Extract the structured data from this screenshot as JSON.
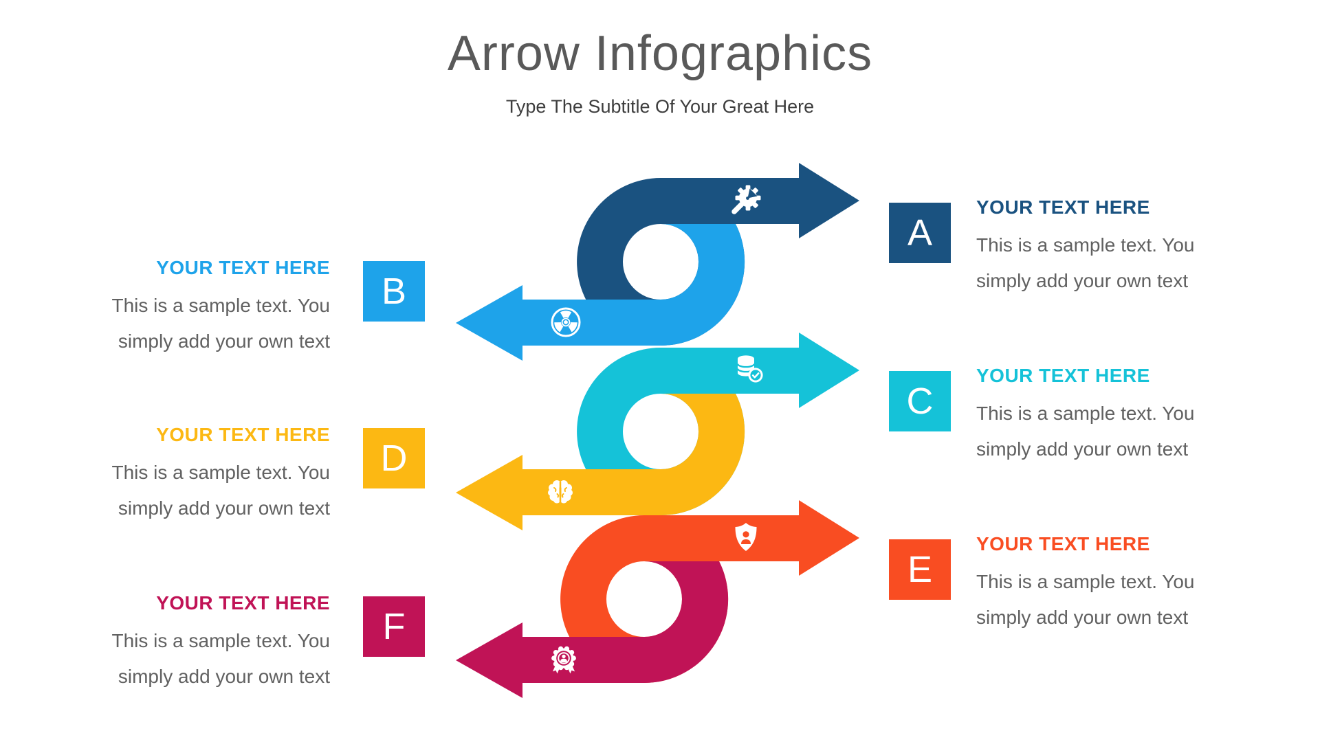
{
  "header": {
    "title": "Arrow Infographics",
    "subtitle": "Type The Subtitle Of Your Great Here",
    "title_color": "#595959",
    "subtitle_color": "#3D3D3D"
  },
  "body_text_color": "#616161",
  "items": [
    {
      "letter": "A",
      "heading": "YOUR TEXT HERE",
      "body_lines": [
        "This is a sample text. You",
        "simply add your own text"
      ],
      "color": "#1A5280",
      "side": "right",
      "icon": "gear-wrench-icon"
    },
    {
      "letter": "B",
      "heading": "YOUR TEXT HERE",
      "body_lines": [
        "This is a sample text. You",
        "simply add your own text"
      ],
      "color": "#1EA3EA",
      "side": "left",
      "icon": "radiation-icon"
    },
    {
      "letter": "C",
      "heading": "YOUR TEXT HERE",
      "body_lines": [
        "This is a sample text. You",
        "simply add your own text"
      ],
      "color": "#15C2D8",
      "side": "right",
      "icon": "database-check-icon"
    },
    {
      "letter": "D",
      "heading": "YOUR TEXT HERE",
      "body_lines": [
        "This is a sample text. You",
        "simply add your own text"
      ],
      "color": "#FCB813",
      "side": "left",
      "icon": "brain-icon"
    },
    {
      "letter": "E",
      "heading": "YOUR TEXT HERE",
      "body_lines": [
        "This is a sample text. You",
        "simply add your own text"
      ],
      "color": "#F94D22",
      "side": "right",
      "icon": "shield-user-icon"
    },
    {
      "letter": "F",
      "heading": "YOUR TEXT HERE",
      "body_lines": [
        "This is a sample text. You",
        "simply add your own text"
      ],
      "color": "#C01356",
      "side": "left",
      "icon": "award-user-icon"
    }
  ]
}
